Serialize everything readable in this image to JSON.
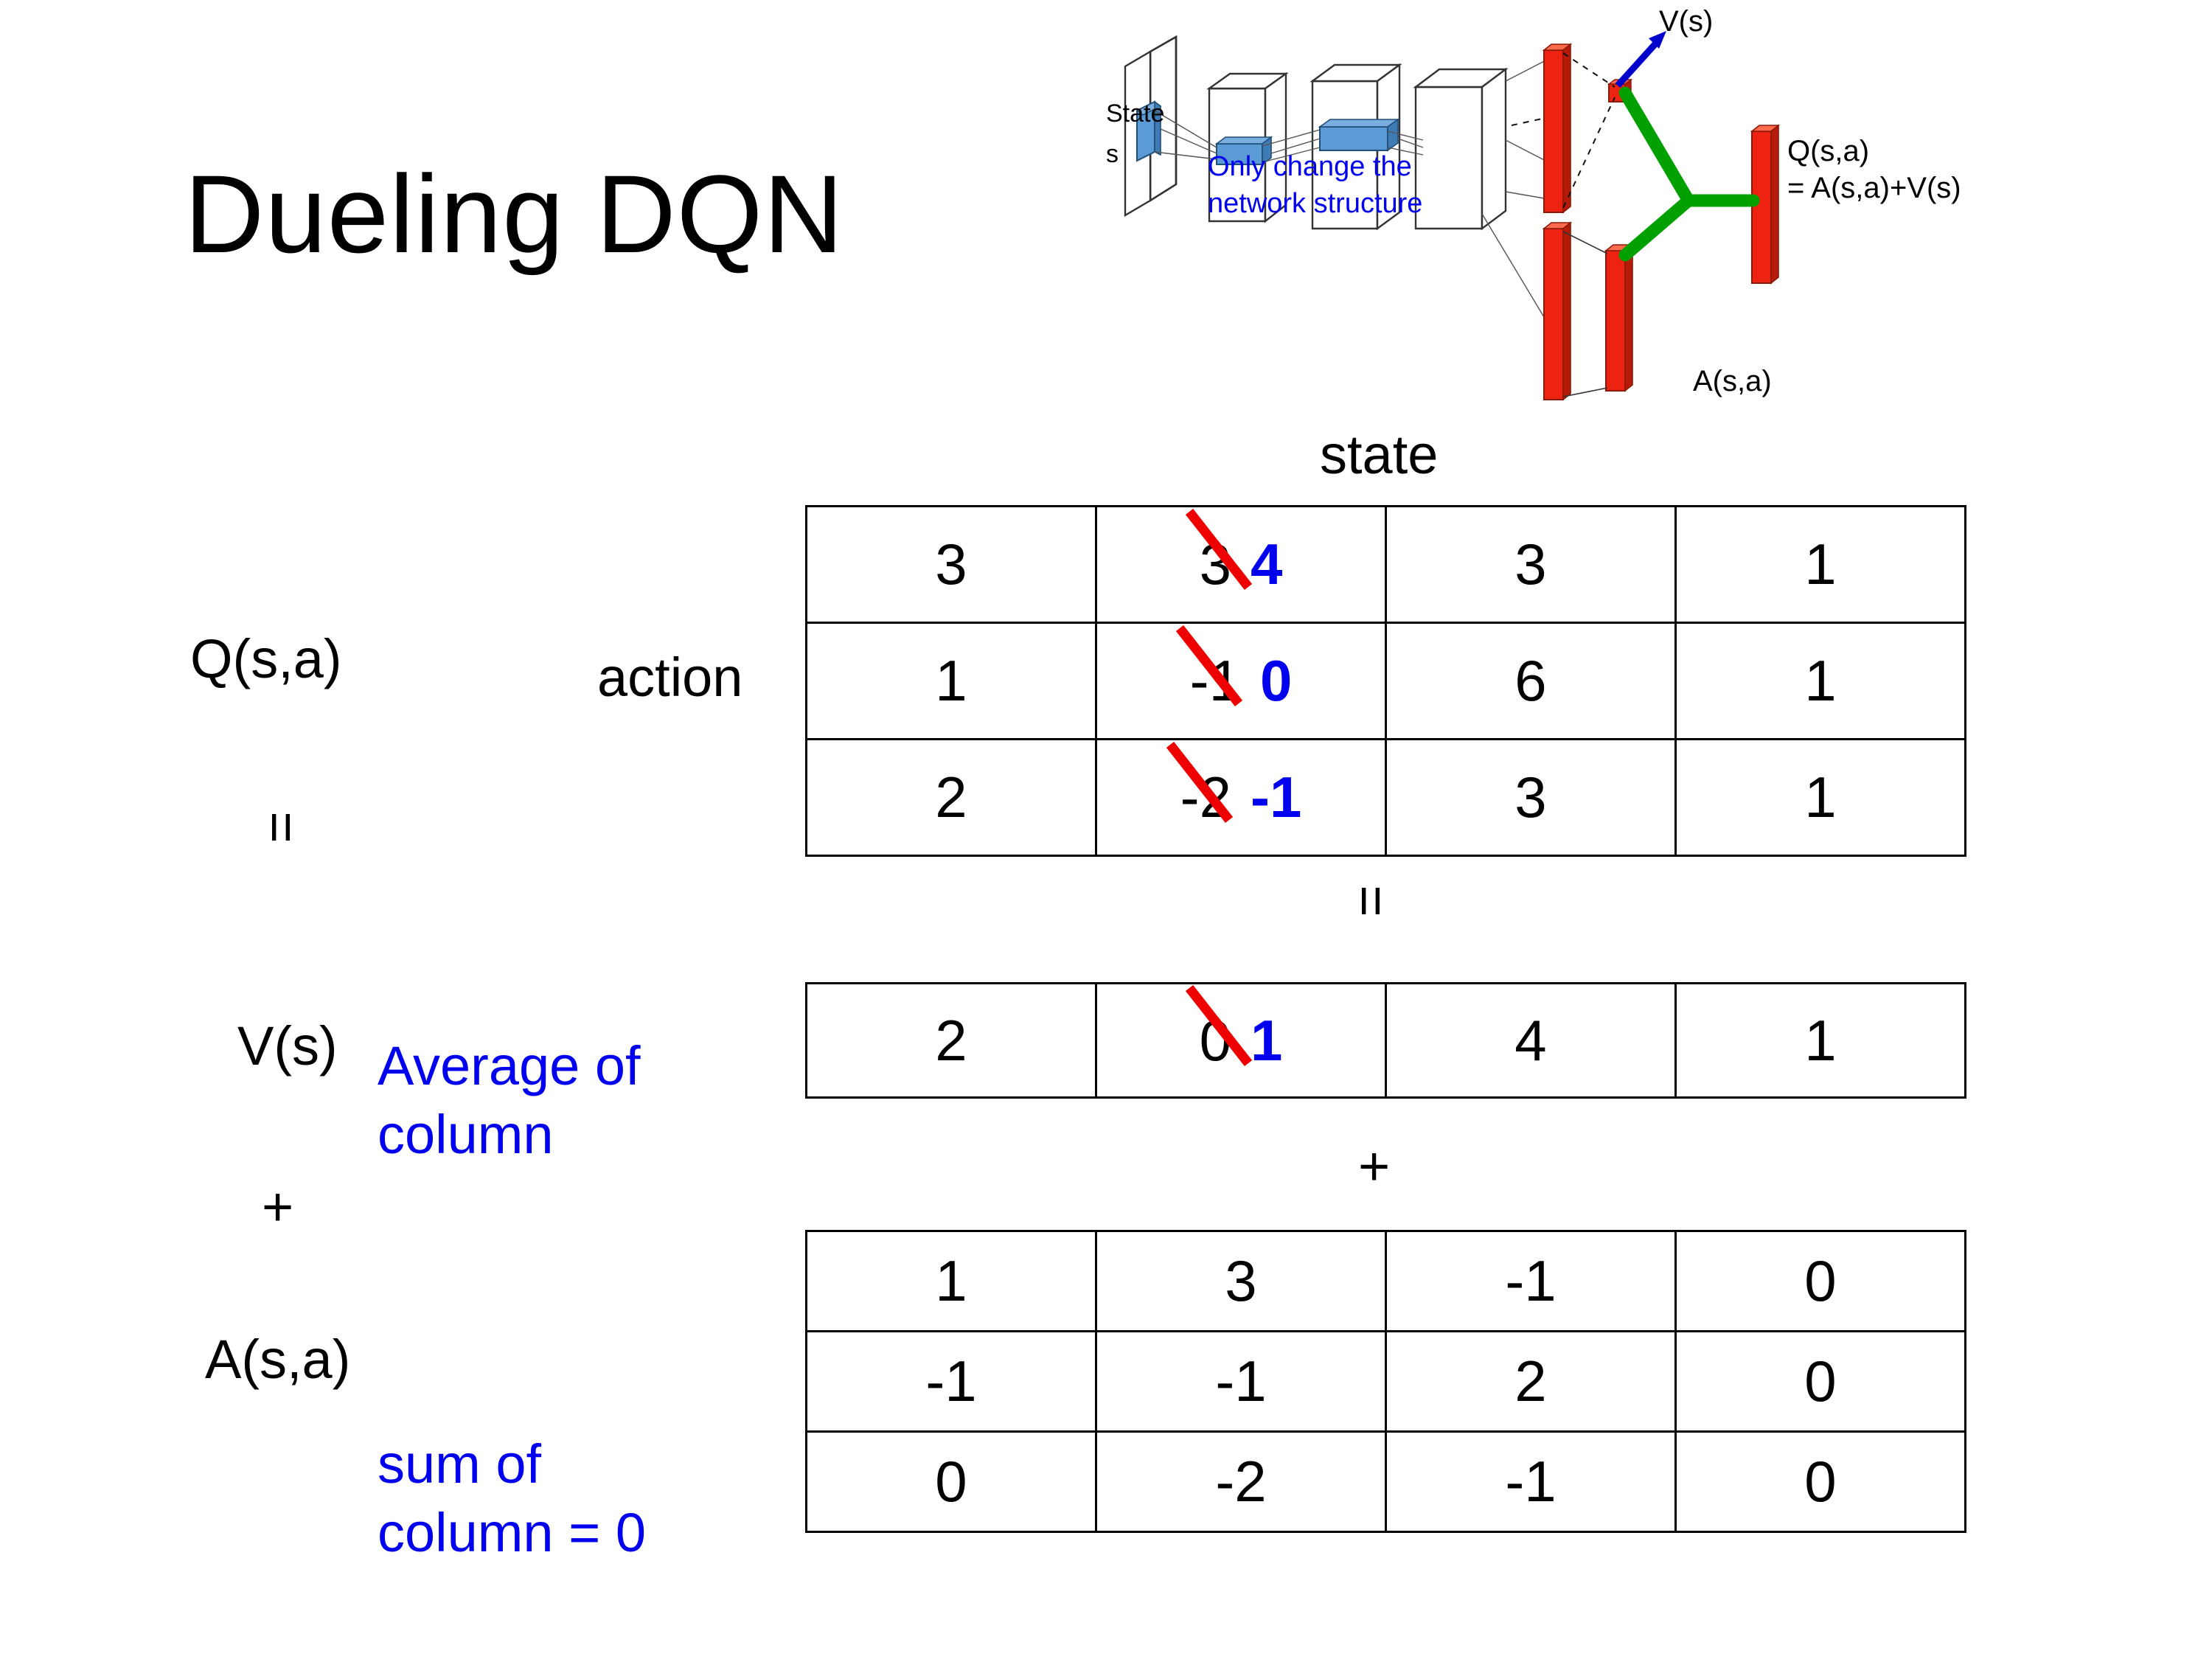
{
  "slide": {
    "title": "Dueling DQN"
  },
  "diagram": {
    "state_label_line1": "State",
    "state_label_line2": "s",
    "note_line1": "Only change the",
    "note_line2": "network structure",
    "value_label": "V(s)",
    "advantage_label": "A(s,a)",
    "q_label_line1": "Q(s,a)",
    "q_label_line2": "= A(s,a)+V(s)",
    "colors": {
      "note_blue": "#0000ee",
      "value_arrow_blue": "#0000cc",
      "output_bar_red": "#ee2211",
      "filter_blue": "#5b9bd5",
      "merge_green": "#00a000"
    }
  },
  "labels": {
    "q_function": "Q(s,a)",
    "v_function": "V(s)",
    "a_function": "A(s,a)",
    "action_axis": "action",
    "state_axis": "state",
    "equals": "=",
    "plus": "+",
    "note_average": "Average of\ncolumn",
    "note_average_line1": "Average of",
    "note_average_line2": "column",
    "note_sum_line1": "sum of",
    "note_sum_line2": "column = 0",
    "colors": {
      "annotation_blue": "#0000ee",
      "strike_red": "#ee0000",
      "text_black": "#000000"
    }
  },
  "chart_data": {
    "type": "table",
    "title": "Dueling DQN decomposition Q(s,a) = V(s) + A(s,a)",
    "xlabel": "state",
    "ylabel": "action",
    "tables": [
      {
        "name": "Q(s,a)",
        "rows": [
          [
            "3",
            "3",
            "3",
            "1"
          ],
          [
            "1",
            "-1",
            "6",
            "1"
          ],
          [
            "2",
            "-2",
            "3",
            "1"
          ]
        ],
        "edits": [
          {
            "row": 0,
            "col": 1,
            "old": "3",
            "new": "4"
          },
          {
            "row": 1,
            "col": 1,
            "old": "-1",
            "new": "0"
          },
          {
            "row": 2,
            "col": 1,
            "old": "-2",
            "new": "-1"
          }
        ]
      },
      {
        "name": "V(s)",
        "rows": [
          [
            "2",
            "0",
            "4",
            "1"
          ]
        ],
        "edits": [
          {
            "row": 0,
            "col": 1,
            "old": "0",
            "new": "1"
          }
        ]
      },
      {
        "name": "A(s,a)",
        "rows": [
          [
            "1",
            "3",
            "-1",
            "0"
          ],
          [
            "-1",
            "-1",
            "2",
            "0"
          ],
          [
            "0",
            "-2",
            "-1",
            "0"
          ]
        ],
        "edits": []
      }
    ]
  }
}
